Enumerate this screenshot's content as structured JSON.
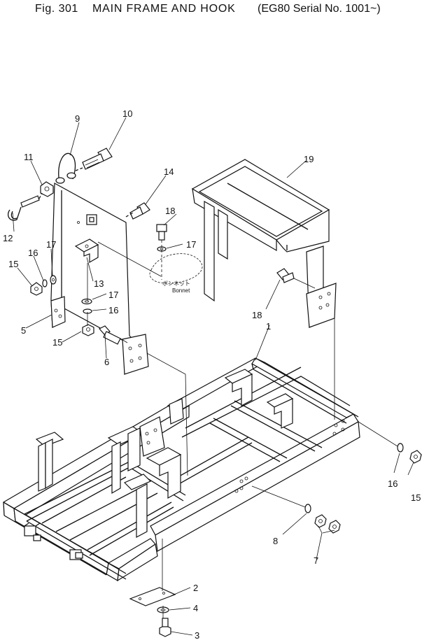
{
  "header": {
    "fig_no": "Fig. 301",
    "title": "MAIN FRAME AND HOOK",
    "serial": "(EG80 Serial No. 1001~)"
  },
  "labels": {
    "bonnet_jp": "ボンネット",
    "bonnet_en": "Bonnet"
  },
  "callouts": {
    "c1": "1",
    "c2": "2",
    "c3": "3",
    "c4": "4",
    "c5": "5",
    "c6": "6",
    "c7": "7",
    "c8": "8",
    "c9": "9",
    "c10": "10",
    "c11": "11",
    "c12": "12",
    "c13": "13",
    "c14": "14",
    "c15a": "15",
    "c15b": "15",
    "c15c": "15",
    "c16a": "16",
    "c16b": "16",
    "c16c": "16",
    "c17a": "17",
    "c17b": "17",
    "c17c": "17",
    "c18a": "18",
    "c18b": "18",
    "c19": "19"
  }
}
